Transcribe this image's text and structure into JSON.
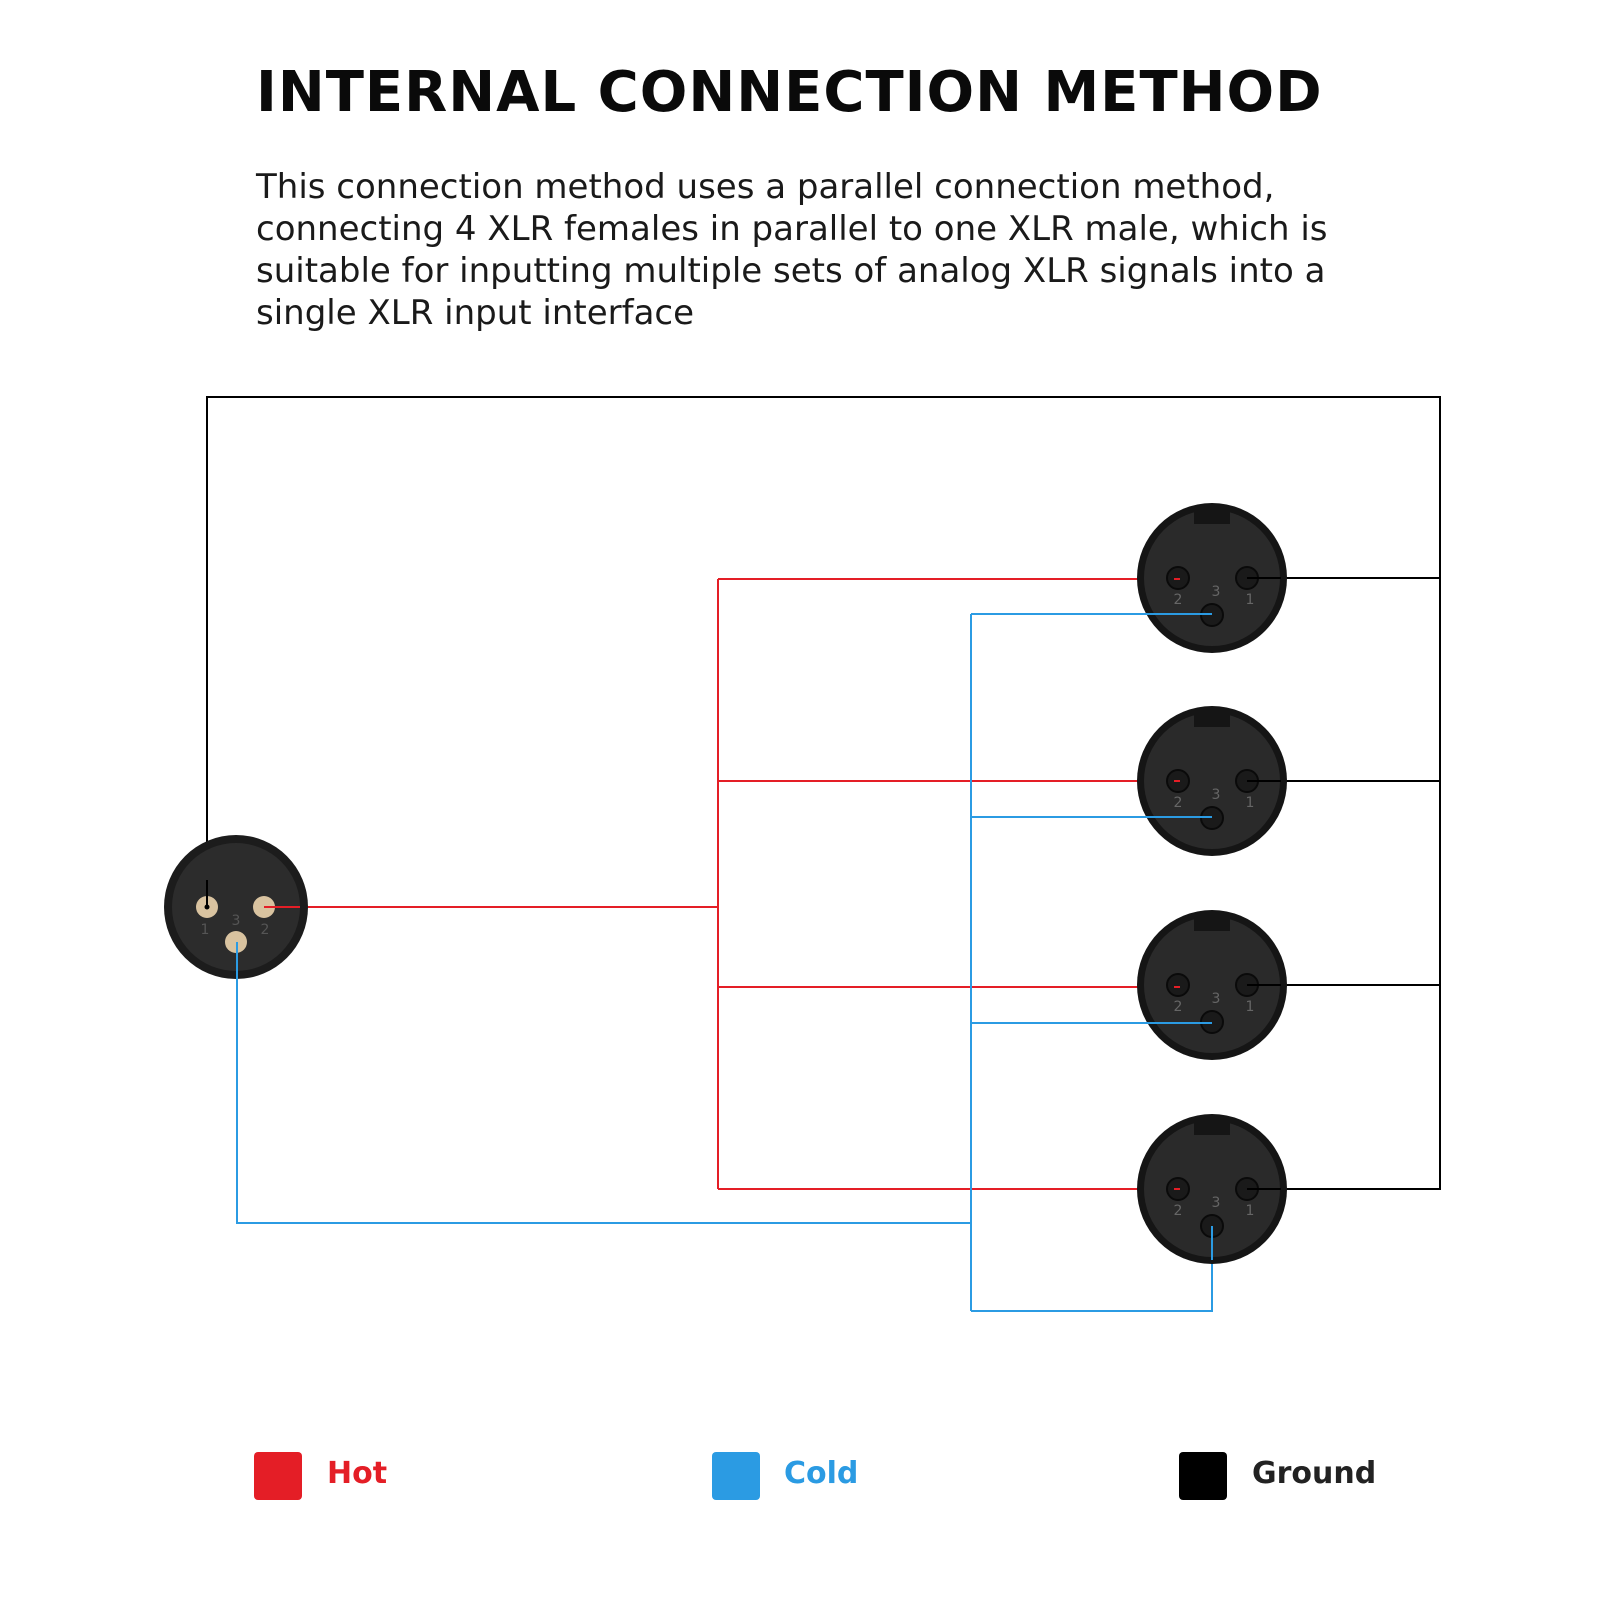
{
  "title": "INTERNAL CONNECTION METHOD",
  "description": "This connection method uses a parallel connection method, connecting 4 XLR females in parallel to one XLR male, which is suitable for inputting multiple sets of analog XLR signals into a single XLR input interface",
  "colors": {
    "hot": "#e41e26",
    "cold": "#2b9be3",
    "ground": "#000000"
  },
  "male_connector": {
    "pin_labels": [
      "1",
      "3",
      "2"
    ]
  },
  "female_connectors": [
    {
      "pin_labels": [
        "2",
        "3",
        "1"
      ]
    },
    {
      "pin_labels": [
        "2",
        "3",
        "1"
      ]
    },
    {
      "pin_labels": [
        "2",
        "3",
        "1"
      ]
    },
    {
      "pin_labels": [
        "2",
        "3",
        "1"
      ]
    }
  ],
  "legend": [
    {
      "label": "Hot",
      "color": "#e41e26",
      "text_color": "#e41e26"
    },
    {
      "label": "Cold",
      "color": "#2b9be3",
      "text_color": "#2b9be3"
    },
    {
      "label": "Ground",
      "color": "#000000",
      "text_color": "#222222"
    }
  ]
}
